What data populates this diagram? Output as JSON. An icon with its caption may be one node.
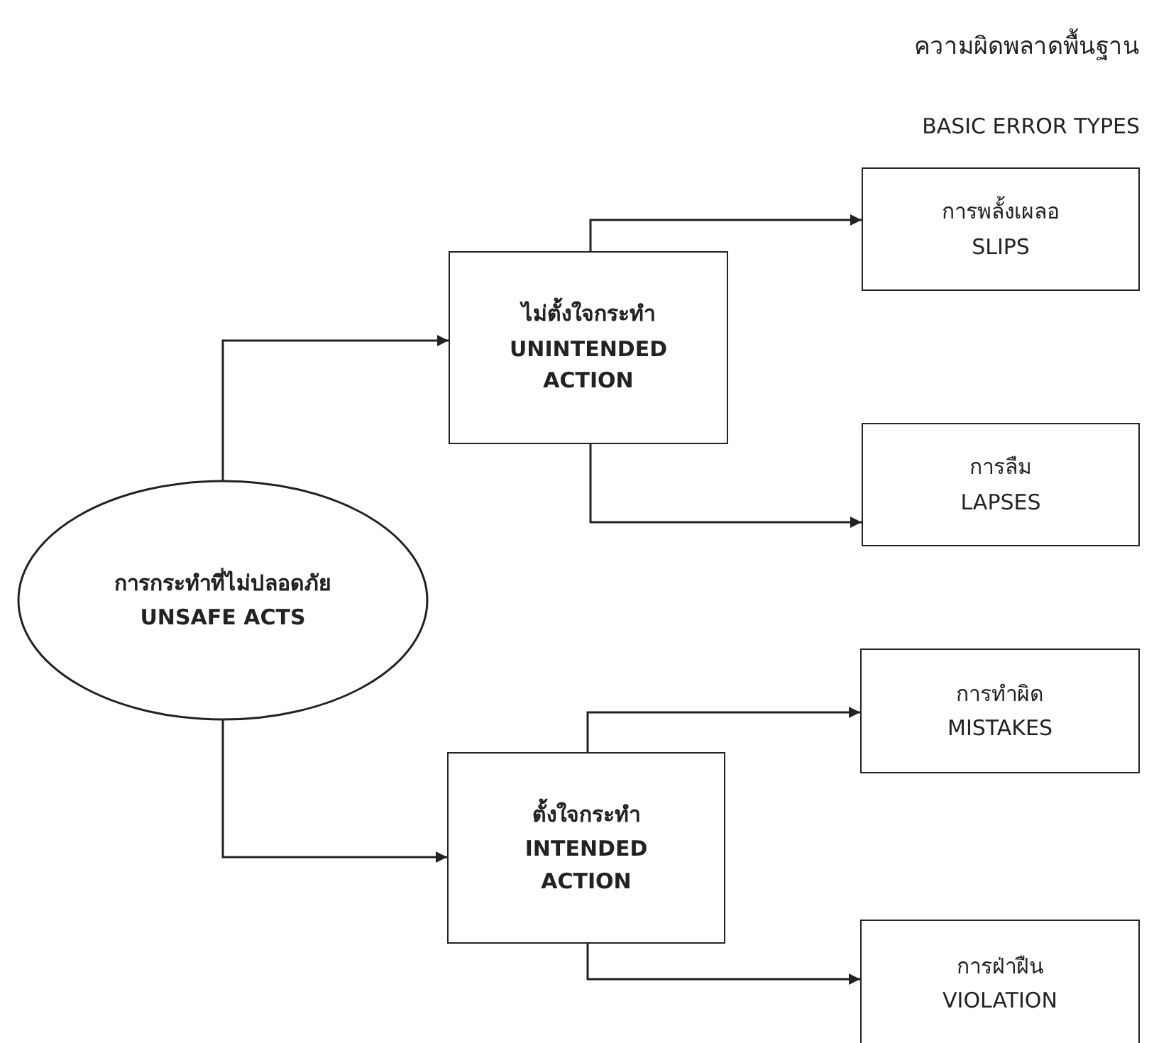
{
  "diagram": {
    "title": "ความผิดพลาดพื้นฐาน",
    "nodes": [
      {
        "text": [
          "การกระทำที่ไม่ปลอดภัย",
          "UNSAFE ACTS"
        ]
      },
      {
        "text": [
          "ไม่ตั้งใจกระทำ",
          "UNINTENDED ACTION"
        ]
      },
      {
        "text": [
          "การพลั้งเผลอ",
          "SLIPS"
        ]
      },
      {
        "text": [
          "การลืม",
          "LAPSES"
        ]
      },
      {
        "text": [
          "ตั้งใจกระทำ",
          "INTENDED ACTION"
        ]
      },
      {
        "text": [
          "การทำผิด",
          "MISTAKES"
        ]
      },
      {
        "text": [
          "การฝ่าฝืน",
          "VIOLATION"
        ]
      }
    ],
    "edges": [
      {
        "from": 0,
        "to": 1,
        "arrow": "to"
      },
      {
        "from": 0,
        "to": 4,
        "arrow": "to"
      },
      {
        "from": 1,
        "to": 2,
        "arrow": "to"
      },
      {
        "from": 1,
        "to": 3,
        "arrow": "to"
      },
      {
        "from": 4,
        "to": 5,
        "arrow": "to"
      },
      {
        "from": 4,
        "to": 6,
        "arrow": "to"
      }
    ],
    "labels": [
      "BASIC ERROR TYPES"
    ]
  }
}
